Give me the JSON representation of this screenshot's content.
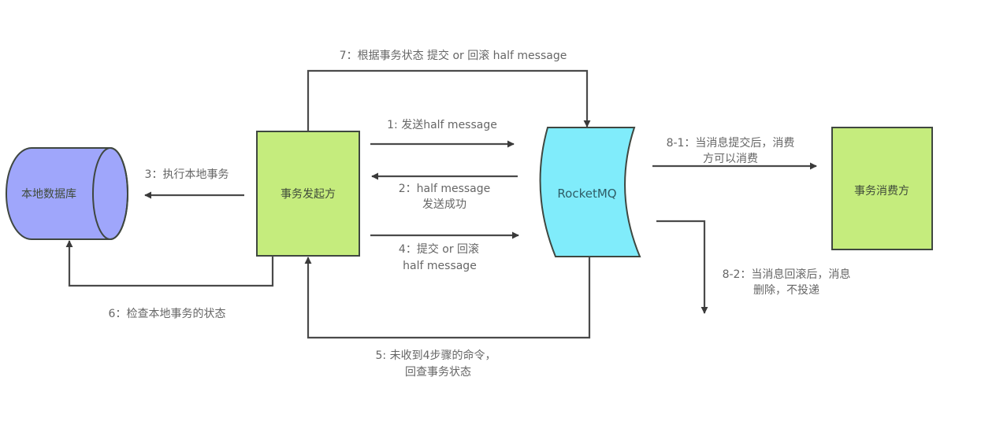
{
  "colors": {
    "database_fill": "#9fa6fb",
    "initiator_fill": "#c5ec7d",
    "consumer_fill": "#c5ec7d",
    "broker_fill": "#80ecfb",
    "stroke": "#3f4740",
    "edge_stroke": "#4a4a4a",
    "label_text": "#666666"
  },
  "nodes": {
    "database": {
      "label": "本地数据库",
      "shape": "cylinder"
    },
    "initiator": {
      "label": "事务发起方",
      "shape": "rectangle"
    },
    "broker": {
      "label": "RocketMQ",
      "shape": "queue"
    },
    "consumer": {
      "label": "事务消费方",
      "shape": "rectangle"
    }
  },
  "edges": [
    {
      "id": "e1",
      "from": "initiator",
      "to": "broker",
      "lines": [
        "1:  发送half message"
      ]
    },
    {
      "id": "e2",
      "from": "broker",
      "to": "initiator",
      "lines": [
        "2：half message",
        "发送成功"
      ]
    },
    {
      "id": "e3",
      "from": "initiator",
      "to": "database",
      "lines": [
        "3：执行本地事务"
      ]
    },
    {
      "id": "e4",
      "from": "initiator",
      "to": "broker",
      "lines": [
        "4：提交 or 回滚",
        "half message"
      ]
    },
    {
      "id": "e5",
      "from": "broker",
      "to": "initiator",
      "lines": [
        "5: 未收到4步骤的命令，",
        "回查事务状态"
      ]
    },
    {
      "id": "e6",
      "from": "initiator",
      "to": "database",
      "lines": [
        "6：检查本地事务的状态"
      ]
    },
    {
      "id": "e7",
      "from": "initiator",
      "to": "broker",
      "lines": [
        "7：根据事务状态 提交 or 回滚 half message"
      ]
    },
    {
      "id": "e8-1",
      "from": "broker",
      "to": "consumer",
      "lines": [
        "8-1：当消息提交后，消费",
        "方可以消费"
      ]
    },
    {
      "id": "e8-2",
      "from": "broker",
      "to": "discard",
      "lines": [
        "8-2：当消息回滚后，消息",
        "删除，不投递"
      ]
    }
  ]
}
